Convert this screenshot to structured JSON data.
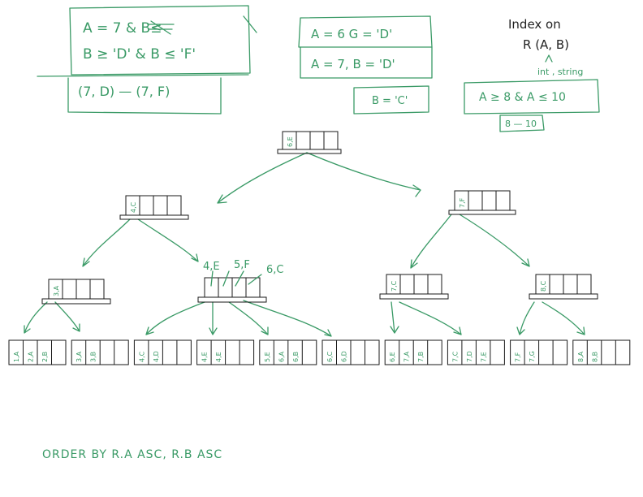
{
  "notes": {
    "query1": {
      "line1": "A = 7  &  B≤",
      "line2": "B ≥ 'D'  &  B ≤ 'F'",
      "range": "(7, D) — (7, F)"
    },
    "query2": {
      "row1": "A = 6   G = 'D'",
      "row2": "A = 7,  B = 'D'",
      "row3": "B = 'C'"
    },
    "index_note": {
      "title": "Index on",
      "arg": "R (A, B)",
      "types": "int , string",
      "range_query": "A ≥ 8  &  A ≤ 10",
      "range": "8 — 10"
    },
    "footer": "ORDER BY  R.A  ASC,  R.B  ASC"
  },
  "tree": {
    "root": {
      "keys": [
        "6,E"
      ]
    },
    "level1": [
      {
        "keys": [
          "4,C"
        ]
      },
      {
        "keys": [
          "7,F"
        ]
      }
    ],
    "level2": [
      {
        "keys": [
          "3,A"
        ]
      },
      {
        "keys": [
          "",
          "",
          ""
        ],
        "annotations": [
          "4,E",
          "5,F",
          "6,C"
        ]
      },
      {
        "keys": [
          "7,C"
        ]
      },
      {
        "keys": [
          "8,C"
        ]
      }
    ],
    "leaves": [
      [
        "1,A",
        "2,A",
        "2,B"
      ],
      [
        "3,A",
        "3,B"
      ],
      [
        "4,C",
        "4,D"
      ],
      [
        "4,E",
        "4,E"
      ],
      [
        "5,E",
        "6,A",
        "6,B"
      ],
      [
        "6,C",
        "6,D"
      ],
      [
        "6,E",
        "7,A",
        "7,B"
      ],
      [
        "7,C",
        "7,D",
        "7,E"
      ],
      [
        "7,F",
        "7,G"
      ],
      [
        "8,A",
        "8,B"
      ]
    ]
  }
}
